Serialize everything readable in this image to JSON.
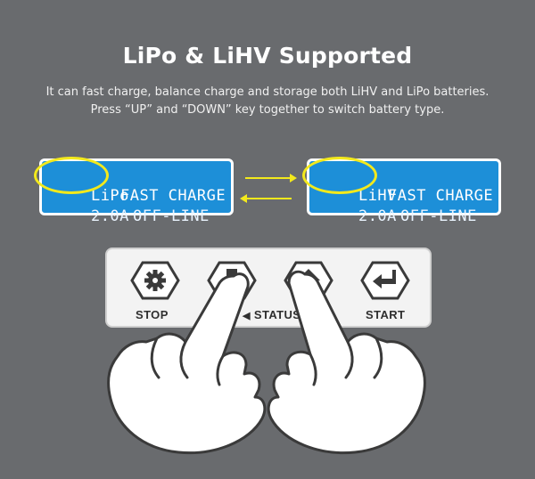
{
  "heading": "LiPo & LiHV Supported",
  "description": "It can fast charge, balance charge and storage both LiHV and LiPo batteries. Press “UP” and “DOWN” key together to switch battery type.",
  "lcd_left": {
    "type": "LiPo",
    "mode": "FAST CHARGE",
    "current": "2.0A",
    "status": "OFF-LINE"
  },
  "lcd_right": {
    "type": "LiHV",
    "mode": "FAST CHARGE",
    "current": "2.0A",
    "status": "OFF-LINE"
  },
  "keys": {
    "stop": "STOP",
    "status": "STATUS",
    "start": "START"
  },
  "icons": [
    "gear-icon",
    "down-arrow-icon",
    "up-arrow-icon",
    "enter-icon",
    "pointing-hand-icon"
  ],
  "colors": {
    "background": "#696b6e",
    "lcd": "#1d8fd8",
    "highlight": "#f3e91c",
    "key_icon": "#3a3a3a"
  }
}
